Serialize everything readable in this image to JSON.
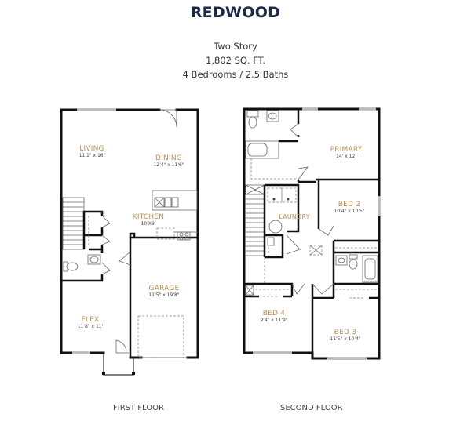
{
  "header": {
    "title": "REDWOOD",
    "story": "Two Story",
    "sqft": "1,802 SQ. FT.",
    "beds_baths": "4 Bedrooms / 2.5 Baths"
  },
  "colors": {
    "title": "#1c2a44",
    "room_label": "#b8925a",
    "wall": "#111111"
  },
  "first_floor": {
    "label": "FIRST FLOOR",
    "rooms": [
      {
        "name": "LIVING",
        "size": "11'1\" x 16'"
      },
      {
        "name": "DINING",
        "size": "12'4\" x 11'6\""
      },
      {
        "name": "KITCHEN",
        "size": "10'X9'"
      },
      {
        "name": "GARAGE",
        "size": "11'5\" x 19'8\""
      },
      {
        "name": "FLEX",
        "size": "11'8\" x 11'"
      }
    ]
  },
  "second_floor": {
    "label": "SECOND FLOOR",
    "rooms": [
      {
        "name": "PRIMARY",
        "size": "14' x 12'"
      },
      {
        "name": "BED 2",
        "size": "10'4\" x 10'5\""
      },
      {
        "name": "LAUNDRY",
        "size": ""
      },
      {
        "name": "BED 4",
        "size": "9'4\" x 11'9\""
      },
      {
        "name": "BED 3",
        "size": "11'5\" x 10'4\""
      }
    ]
  }
}
